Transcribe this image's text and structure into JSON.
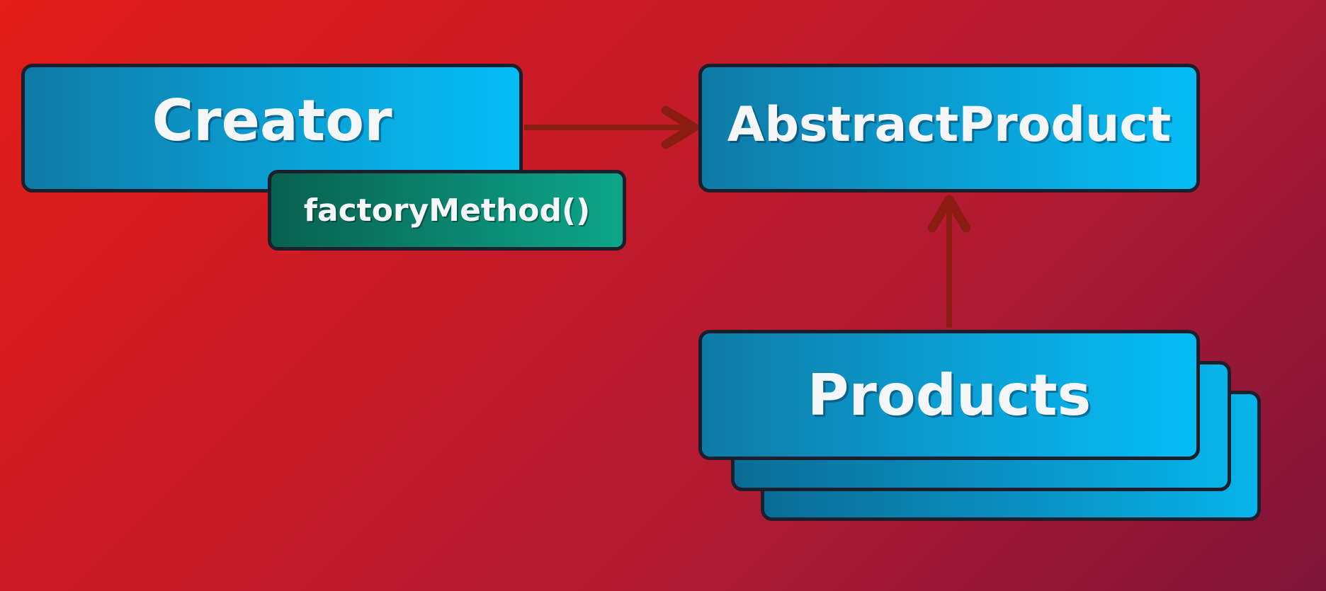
{
  "diagram": {
    "creator": {
      "label": "Creator"
    },
    "factory_method": {
      "label": "factoryMethod()"
    },
    "abstract_product": {
      "label": "AbstractProduct"
    },
    "products": {
      "label": "Products"
    }
  },
  "colors": {
    "background_start": "#e21c18",
    "background_end": "#7e1338",
    "box_fill": "#0aa1d6",
    "method_fill": "#0b8770",
    "border": "#1c1f2b",
    "arrow": "#8a1c12"
  }
}
